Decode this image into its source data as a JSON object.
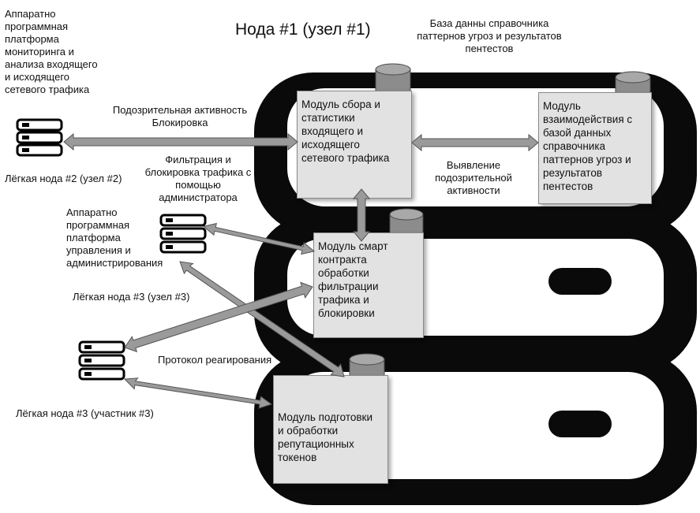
{
  "title": "Нода #1 (узел #1)",
  "database_label": "База данны справочника\nпаттернов угроз и результатов\nпентестов",
  "modules": {
    "collection": "Модуль сбора и\nстатистики\nвходящего и\nисходящего\nсетевого трафика",
    "db_interaction": "Модуль\nвзаимодействия с\nбазой данных\nсправочника\nпаттернов угроз и\nрезультатов\nпентестов",
    "smart_contract": "Модуль смарт\nконтракта\nобработки\nфильтрации\nтрафика и\nблокировки",
    "reputation": "Модуль подготовки\nи обработки\nрепутационных\nтокенов"
  },
  "labels": {
    "monitoring_platform": "Аппаратно\nпрограммная\nплатформа\nмониторинга и\nанализа входящего\nи исходящего\nсетевого трафика",
    "light_node_2": "Лёгкая нода #2 (узел #2)",
    "suspicious_blocking": "Подозрительная активность\nБлокировка",
    "filtering": "Фильтрация и\nблокировка трафика с\nпомощью\nадминистратора",
    "detection": "Выявление\nподозрительной\nактивности",
    "management_platform": "Аппаратно\nпрограммная\nплатформа\nуправления и\nадминистрирования",
    "light_node_3_node": "Лёгкая нода #3 (узел #3)",
    "response_protocol": "Протокол реагирования",
    "light_node_3_participant": "Лёгкая нода #3 (участник #3)"
  },
  "colors": {
    "rack": "#0a0a0a",
    "module_fill": "#e2e2e2",
    "arrow": "#9a9a9a",
    "arrow_outline": "#555555",
    "cylinder": "#8c8c8c"
  }
}
